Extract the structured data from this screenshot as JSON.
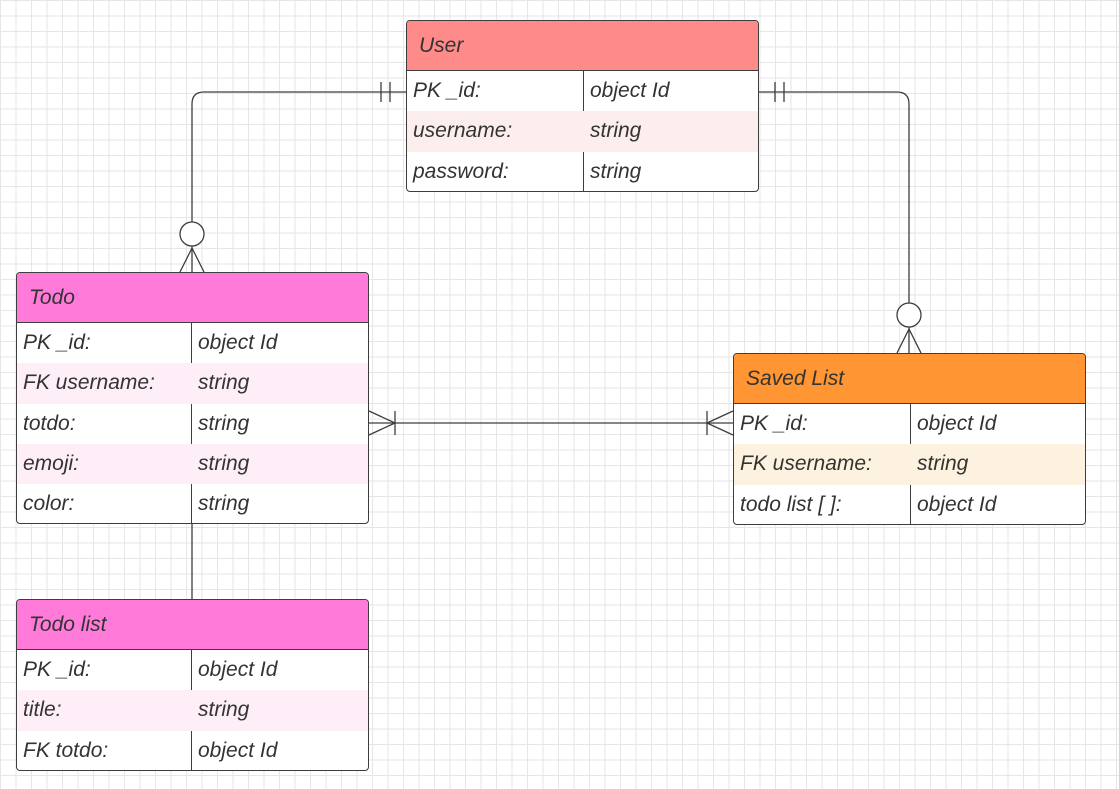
{
  "diagram": {
    "entities": {
      "user": {
        "title": "User",
        "header_color": "#ff8a8a",
        "rows": [
          {
            "name": "PK _id:",
            "type": "object Id"
          },
          {
            "name": "username:",
            "type": "string"
          },
          {
            "name": "password:",
            "type": "string"
          }
        ]
      },
      "todo": {
        "title": "Todo",
        "header_color": "#ff7ad9",
        "rows": [
          {
            "name": "PK _id:",
            "type": "object Id"
          },
          {
            "name": "FK username:",
            "type": "string"
          },
          {
            "name": "totdo:",
            "type": "string"
          },
          {
            "name": "emoji:",
            "type": "string"
          },
          {
            "name": "color:",
            "type": "string"
          }
        ]
      },
      "todo_list": {
        "title": "Todo list",
        "header_color": "#ff7ad9",
        "rows": [
          {
            "name": "PK _id:",
            "type": "object Id"
          },
          {
            "name": "title:",
            "type": "string"
          },
          {
            "name": "FK totdo:",
            "type": "object Id"
          }
        ]
      },
      "saved_list": {
        "title": "Saved List",
        "header_color": "#ff9533",
        "rows": [
          {
            "name": "PK _id:",
            "type": "object Id"
          },
          {
            "name": "FK username:",
            "type": "string"
          },
          {
            "name": "todo list [ ]:",
            "type": "object Id"
          }
        ]
      }
    },
    "relationships": [
      {
        "from": "User",
        "to": "Todo",
        "from_end": "exactly-one",
        "to_end": "zero-or-many"
      },
      {
        "from": "User",
        "to": "Saved List",
        "from_end": "exactly-one",
        "to_end": "zero-or-many"
      },
      {
        "from": "Todo",
        "to": "Saved List",
        "from_end": "one-or-many",
        "to_end": "one-or-many"
      },
      {
        "from": "Todo",
        "to": "Todo list",
        "from_end": "plain",
        "to_end": "plain"
      }
    ]
  }
}
